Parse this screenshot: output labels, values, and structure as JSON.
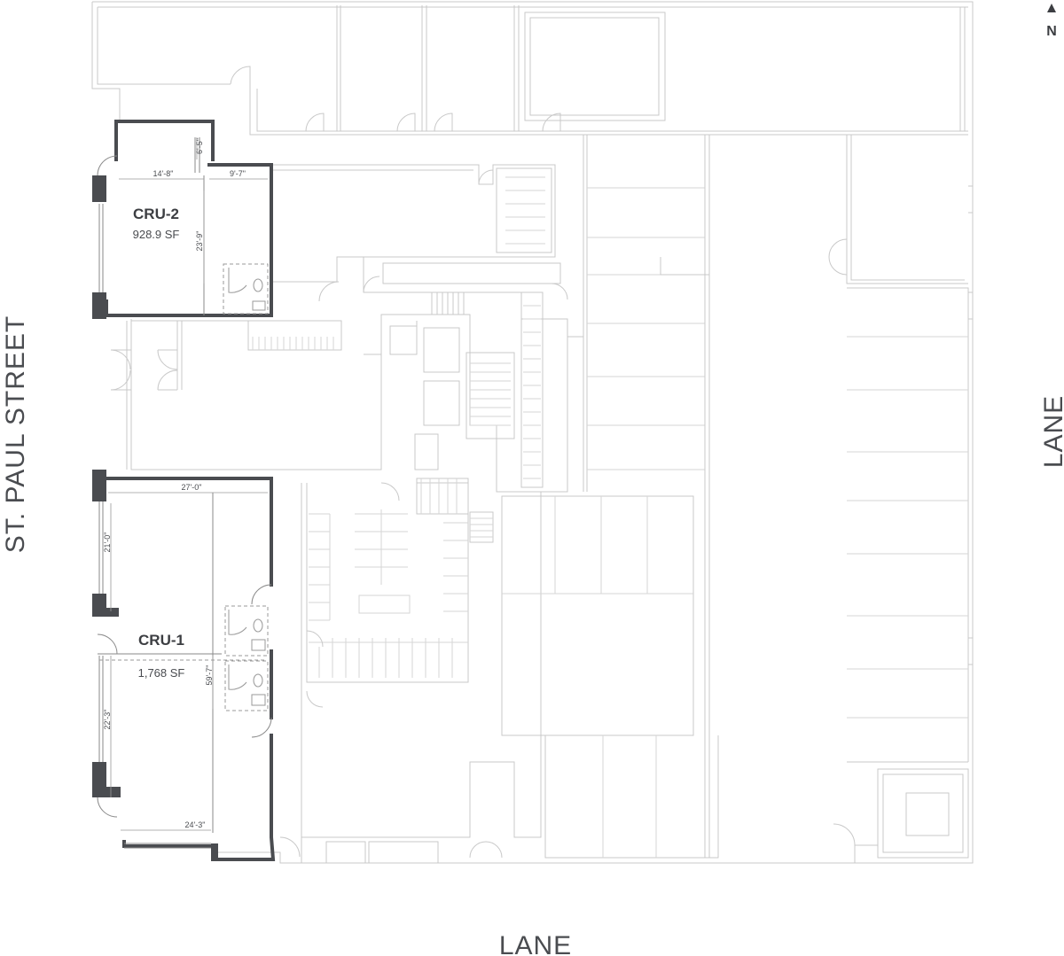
{
  "streets": {
    "west": "ST. PAUL STREET",
    "east": "LANE",
    "south": "LANE"
  },
  "north_arrow": {
    "label": "N"
  },
  "units": [
    {
      "name": "CRU-2",
      "area": "928.9 SF",
      "dimensions": {
        "width_main": "14'-8\"",
        "width_side": "9'-7\"",
        "depth": "23'-9\"",
        "notch": "6'-5\""
      }
    },
    {
      "name": "CRU-1",
      "area": "1,768 SF",
      "dimensions": {
        "width_top": "27'-0\"",
        "width_bottom": "24'-3\"",
        "depth": "59'-7\"",
        "front_upper": "21'-0\"",
        "front_lower": "22'-3\""
      }
    }
  ],
  "colors": {
    "leased_wall": "#4a4c50",
    "background_linework": "#c9c9c9",
    "text": "#4a4c50"
  }
}
